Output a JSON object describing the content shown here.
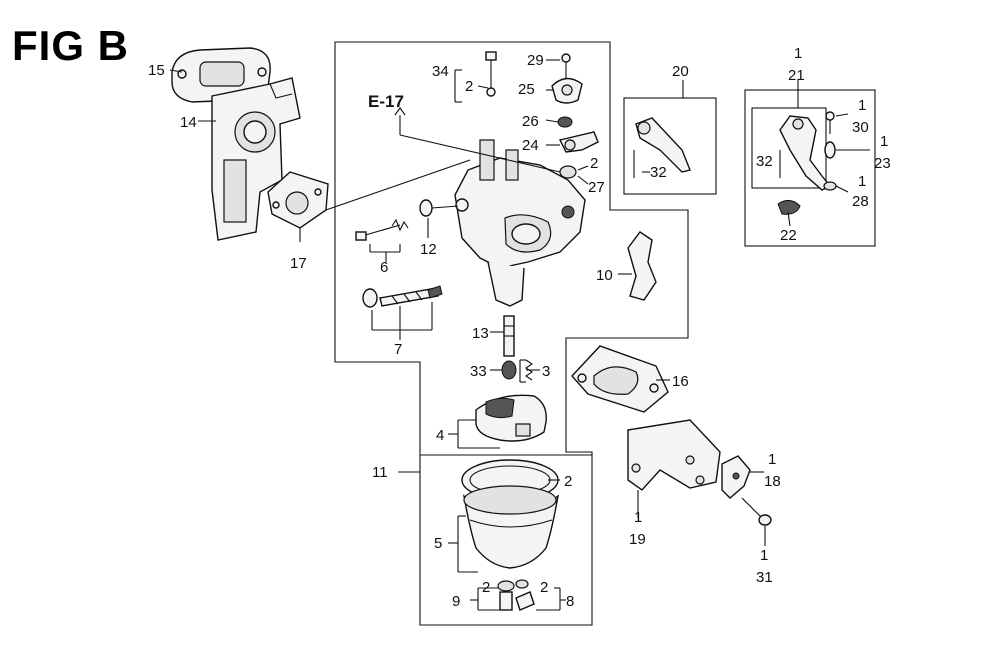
{
  "figure": {
    "title": "FIG B",
    "reference": "E-17"
  },
  "callouts": {
    "c1": "1",
    "c2": "2",
    "c3": "3",
    "c4": "4",
    "c5": "5",
    "c6": "6",
    "c7": "7",
    "c8": "8",
    "c9": "9",
    "c10": "10",
    "c11": "11",
    "c12": "12",
    "c13": "13",
    "c14": "14",
    "c15": "15",
    "c16": "16",
    "c17": "17",
    "c18": "18",
    "c19": "19",
    "c20": "20",
    "c21": "21",
    "c22": "22",
    "c23": "23",
    "c24": "24",
    "c25": "25",
    "c26": "26",
    "c27": "27",
    "c28": "28",
    "c29": "29",
    "c30": "30",
    "c31": "31",
    "c32": "32",
    "c33": "33",
    "c34": "34"
  }
}
